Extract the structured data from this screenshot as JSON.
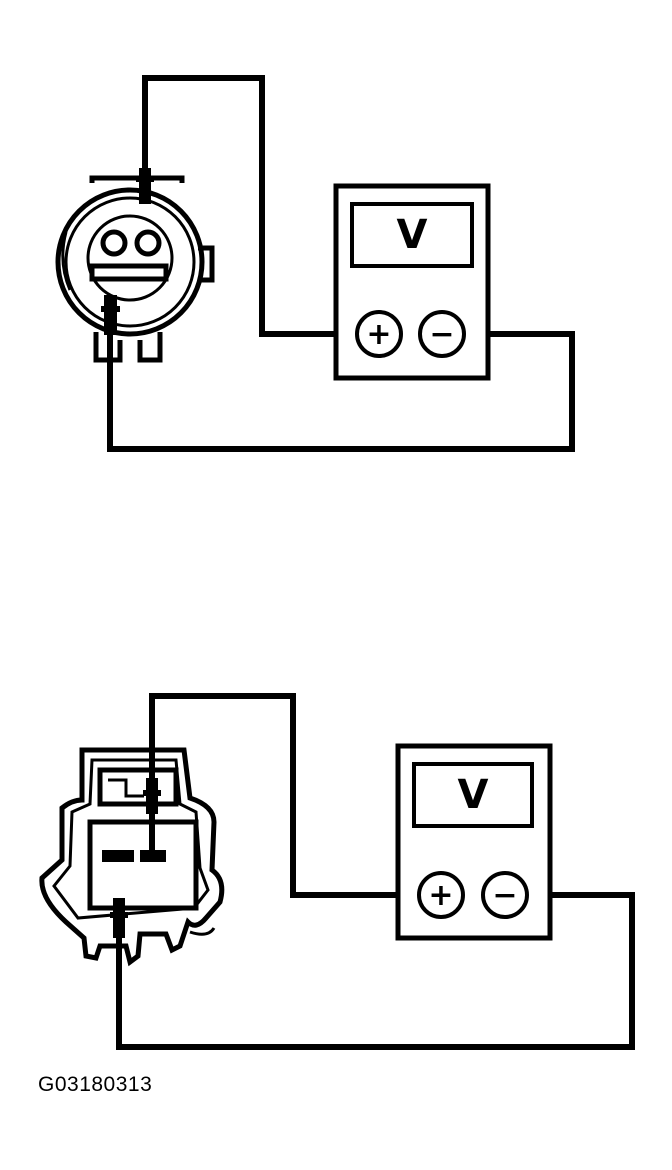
{
  "figure_id": "G03180313",
  "top_meter": {
    "display": "V",
    "positive_terminal": "+",
    "negative_terminal": "−"
  },
  "bottom_meter": {
    "display": "V",
    "positive_terminal": "+",
    "negative_terminal": "−"
  }
}
